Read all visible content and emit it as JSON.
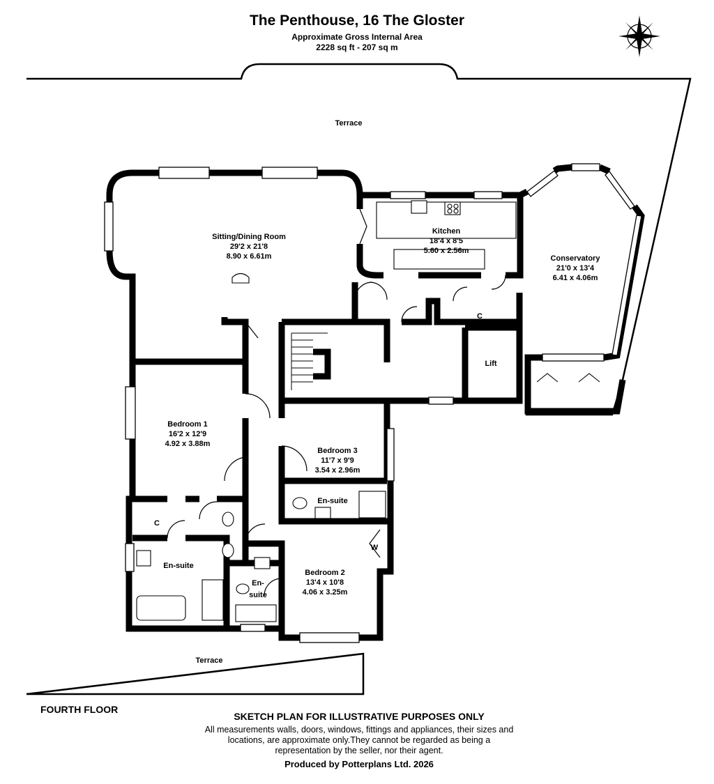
{
  "header": {
    "title": "The Penthouse, 16 The Gloster",
    "area_label": "Approximate Gross Internal Area",
    "area_value": "2228 sq ft - 207 sq m"
  },
  "compass": {
    "icon": "compass-rose-icon"
  },
  "rooms": {
    "terrace_top": {
      "name": "Terrace"
    },
    "terrace_bottom": {
      "name": "Terrace"
    },
    "sitting": {
      "name": "Sitting/Dining Room",
      "imperial": "29'2 x 21'8",
      "metric": "8.90 x 6.61m"
    },
    "kitchen": {
      "name": "Kitchen",
      "imperial": "18'4 x 8'5",
      "metric": "5.60 x 2.56m"
    },
    "conservatory": {
      "name": "Conservatory",
      "imperial": "21'0 x 13'4",
      "metric": "6.41 x 4.06m"
    },
    "bedroom1": {
      "name": "Bedroom 1",
      "imperial": "16'2 x 12'9",
      "metric": "4.92 x 3.88m"
    },
    "bedroom2": {
      "name": "Bedroom 2",
      "imperial": "13'4 x 10'8",
      "metric": "4.06 x 3.25m"
    },
    "bedroom3": {
      "name": "Bedroom 3",
      "imperial": "11'7 x 9'9",
      "metric": "3.54 x 2.96m"
    },
    "ensuite1": {
      "name": "En-suite"
    },
    "ensuite2_line1": "En-",
    "ensuite2_line2": "suite",
    "ensuite3": {
      "name": "En-suite"
    },
    "lift": {
      "name": "Lift"
    },
    "cupboard1": {
      "name": "C"
    },
    "cupboard2": {
      "name": "C"
    },
    "wardrobe": {
      "name": "W"
    }
  },
  "footer": {
    "floor": "FOURTH FLOOR",
    "disclaimer_head": "SKETCH PLAN FOR ILLUSTRATIVE PURPOSES ONLY",
    "disclaimer_body": "All measurements walls, doors, windows, fittings and appliances, their sizes and locations, are approximate only.They cannot be regarded as being a representation by the seller, nor their agent.",
    "producer": "Produced by Potterplans Ltd. 2026"
  },
  "colors": {
    "wall": "#000000",
    "background": "#ffffff",
    "fixture": "#555555"
  }
}
